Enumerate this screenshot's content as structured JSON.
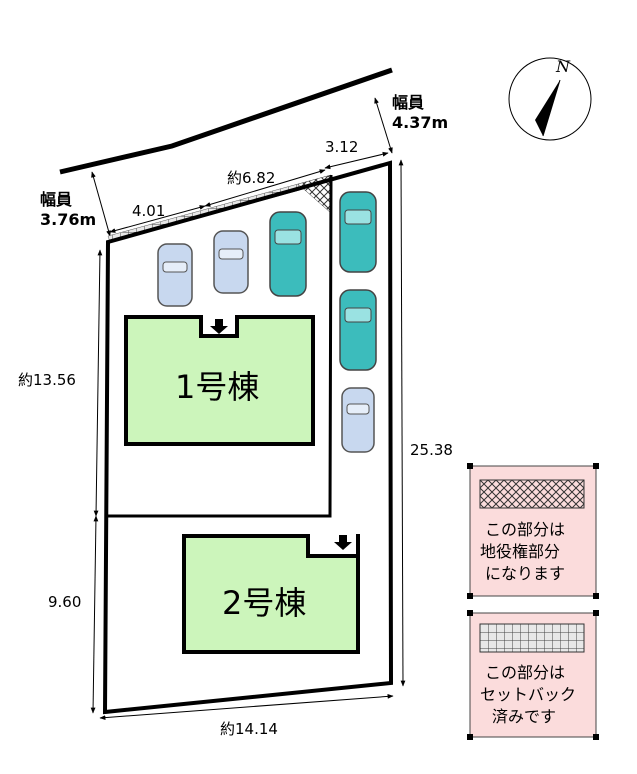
{
  "compass": {
    "label": "N"
  },
  "road": {
    "north_width_label": "幅員",
    "north_width_value": "4.37m",
    "west_width_label": "幅員",
    "west_width_value": "3.76m"
  },
  "dimensions": {
    "top_left": "4.01",
    "top_middle": "約6.82",
    "top_right": "3.12",
    "left_upper": "約13.56",
    "left_lower": "9.60",
    "right": "25.38",
    "bottom": "約14.14"
  },
  "buildings": [
    {
      "label": "1号棟",
      "fill": "#ccf5bb"
    },
    {
      "label": "2号棟",
      "fill": "#ccf5bb"
    }
  ],
  "legend": [
    {
      "pattern": "crosshatch",
      "lines": [
        "この部分は",
        "地役権部分",
        "になります"
      ],
      "background": "#fbdcdc"
    },
    {
      "pattern": "grid",
      "lines": [
        "この部分は",
        "セットバック",
        "済みです"
      ],
      "background": "#fbdcdc"
    }
  ],
  "colors": {
    "car_teal": "#3cbcbc",
    "car_silver": "#c8d8ef",
    "building_fill": "#ccf5bb",
    "legend_bg": "#fbdcdc"
  }
}
